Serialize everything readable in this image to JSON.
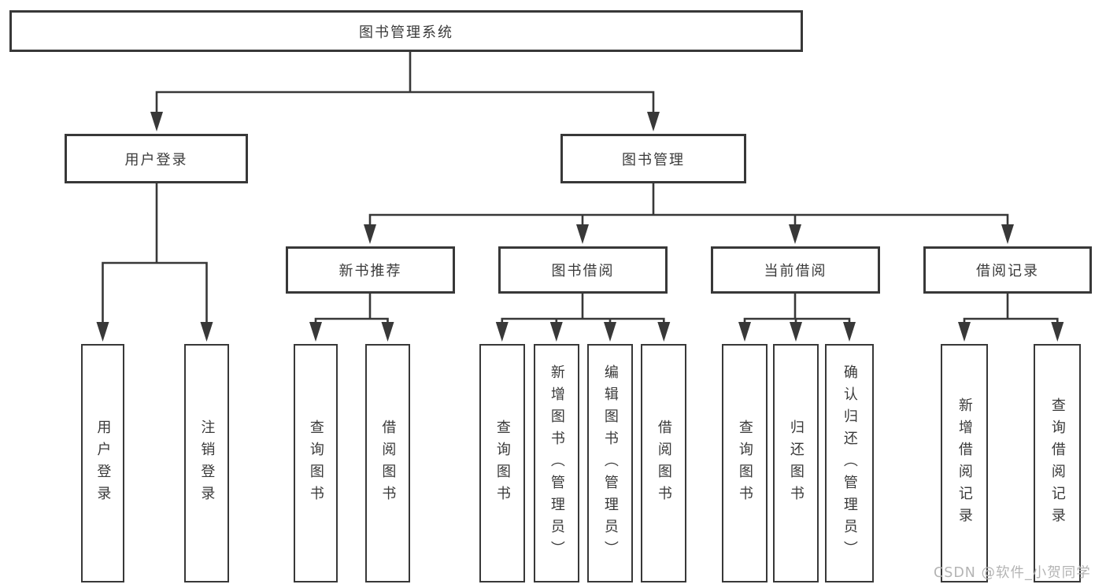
{
  "diagram": {
    "root_label": "图书管理系统",
    "branches": [
      {
        "label": "用户登录",
        "children": [
          {
            "label": "用户登录"
          },
          {
            "label": "注销登录"
          }
        ]
      },
      {
        "label": "图书管理",
        "children": [
          {
            "label": "新书推荐",
            "children": [
              {
                "label": "查询图书"
              },
              {
                "label": "借阅图书"
              }
            ]
          },
          {
            "label": "图书借阅",
            "children": [
              {
                "label": "查询图书"
              },
              {
                "label": "新增图书（管理员）"
              },
              {
                "label": "编辑图书（管理员）"
              },
              {
                "label": "借阅图书"
              }
            ]
          },
          {
            "label": "当前借阅",
            "children": [
              {
                "label": "查询图书"
              },
              {
                "label": "归还图书"
              },
              {
                "label": "确认归还（管理员）"
              }
            ]
          },
          {
            "label": "借阅记录",
            "children": [
              {
                "label": "新增借阅记录"
              },
              {
                "label": "查询借阅记录"
              }
            ]
          }
        ]
      }
    ]
  },
  "watermark": {
    "text": "CSDN @软件_小贺同学"
  },
  "colors": {
    "line": "#383838",
    "text": "#3a3a3a",
    "background": "#ffffff",
    "watermark": "#b4b4b4"
  }
}
